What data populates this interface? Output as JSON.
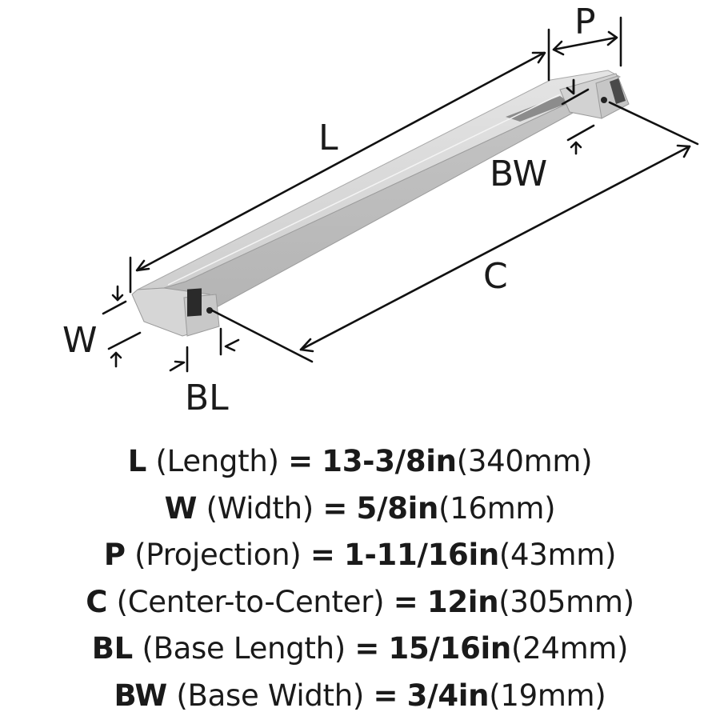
{
  "diagram": {
    "title": "Cabinet pull dimension diagram",
    "labels": {
      "L": "L",
      "P": "P",
      "BW": "BW",
      "C": "C",
      "W": "W",
      "BL": "BL"
    },
    "colors": {
      "line": "#111111",
      "metal_light": "#d9d9d9",
      "metal_mid": "#bdbdbd",
      "metal_dark": "#8a8a8a",
      "cavity": "#2a2a2a"
    }
  },
  "specs": [
    {
      "code": "L",
      "desc": "(Length)",
      "eq": "=",
      "imperial": "13-3/8in",
      "metric": "(340mm)"
    },
    {
      "code": "W",
      "desc": "(Width)",
      "eq": "=",
      "imperial": "5/8in",
      "metric": "(16mm)"
    },
    {
      "code": "P",
      "desc": "(Projection)",
      "eq": "=",
      "imperial": "1-11/16in",
      "metric": "(43mm)"
    },
    {
      "code": "C",
      "desc": "(Center-to-Center)",
      "eq": "=",
      "imperial": "12in",
      "metric": "(305mm)"
    },
    {
      "code": "BL",
      "desc": "(Base Length)",
      "eq": "=",
      "imperial": "15/16in",
      "metric": "(24mm)"
    },
    {
      "code": "BW",
      "desc": "(Base Width)",
      "eq": "=",
      "imperial": "3/4in",
      "metric": "(19mm)"
    }
  ]
}
